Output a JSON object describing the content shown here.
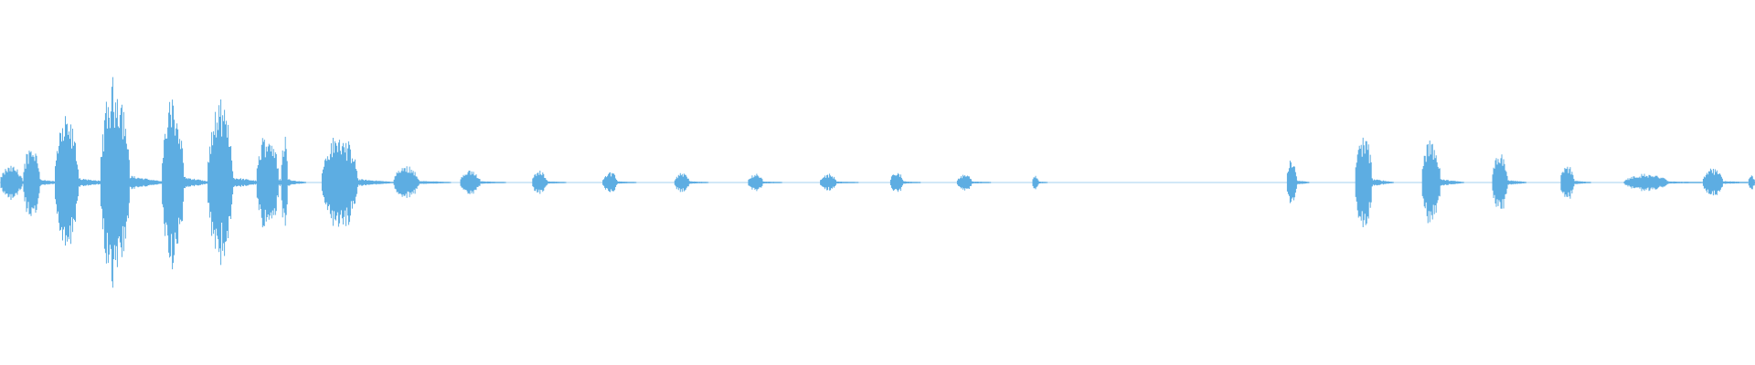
{
  "waveform": {
    "color": "#5dade2",
    "background": "#ffffff",
    "view": {
      "duration": 1.0
    },
    "segments": [
      {
        "t": 0.0,
        "d": 0.013,
        "a": 0.1
      },
      {
        "t": 0.013,
        "d": 0.01,
        "a": 0.23
      },
      {
        "t": 0.031,
        "d": 0.014,
        "a": 0.38
      },
      {
        "t": 0.057,
        "d": 0.017,
        "a": 0.61
      },
      {
        "t": 0.092,
        "d": 0.013,
        "a": 0.5
      },
      {
        "t": 0.118,
        "d": 0.015,
        "a": 0.46
      },
      {
        "t": 0.146,
        "d": 0.013,
        "a": 0.3
      },
      {
        "t": 0.16,
        "d": 0.004,
        "a": 0.31
      },
      {
        "t": 0.183,
        "d": 0.021,
        "a": 0.28
      },
      {
        "t": 0.224,
        "d": 0.015,
        "a": 0.1
      },
      {
        "t": 0.262,
        "d": 0.012,
        "a": 0.07
      },
      {
        "t": 0.303,
        "d": 0.009,
        "a": 0.07
      },
      {
        "t": 0.343,
        "d": 0.009,
        "a": 0.06
      },
      {
        "t": 0.384,
        "d": 0.009,
        "a": 0.06
      },
      {
        "t": 0.426,
        "d": 0.009,
        "a": 0.05
      },
      {
        "t": 0.467,
        "d": 0.01,
        "a": 0.05
      },
      {
        "t": 0.507,
        "d": 0.008,
        "a": 0.06
      },
      {
        "t": 0.545,
        "d": 0.009,
        "a": 0.05
      },
      {
        "t": 0.588,
        "d": 0.004,
        "a": 0.04
      },
      {
        "t": 0.733,
        "d": 0.006,
        "a": 0.15
      },
      {
        "t": 0.772,
        "d": 0.01,
        "a": 0.29
      },
      {
        "t": 0.81,
        "d": 0.011,
        "a": 0.26
      },
      {
        "t": 0.85,
        "d": 0.009,
        "a": 0.19
      },
      {
        "t": 0.889,
        "d": 0.008,
        "a": 0.11
      },
      {
        "t": 0.925,
        "d": 0.026,
        "a": 0.05
      },
      {
        "t": 0.97,
        "d": 0.012,
        "a": 0.08
      },
      {
        "t": 0.996,
        "d": 0.004,
        "a": 0.04
      }
    ]
  }
}
